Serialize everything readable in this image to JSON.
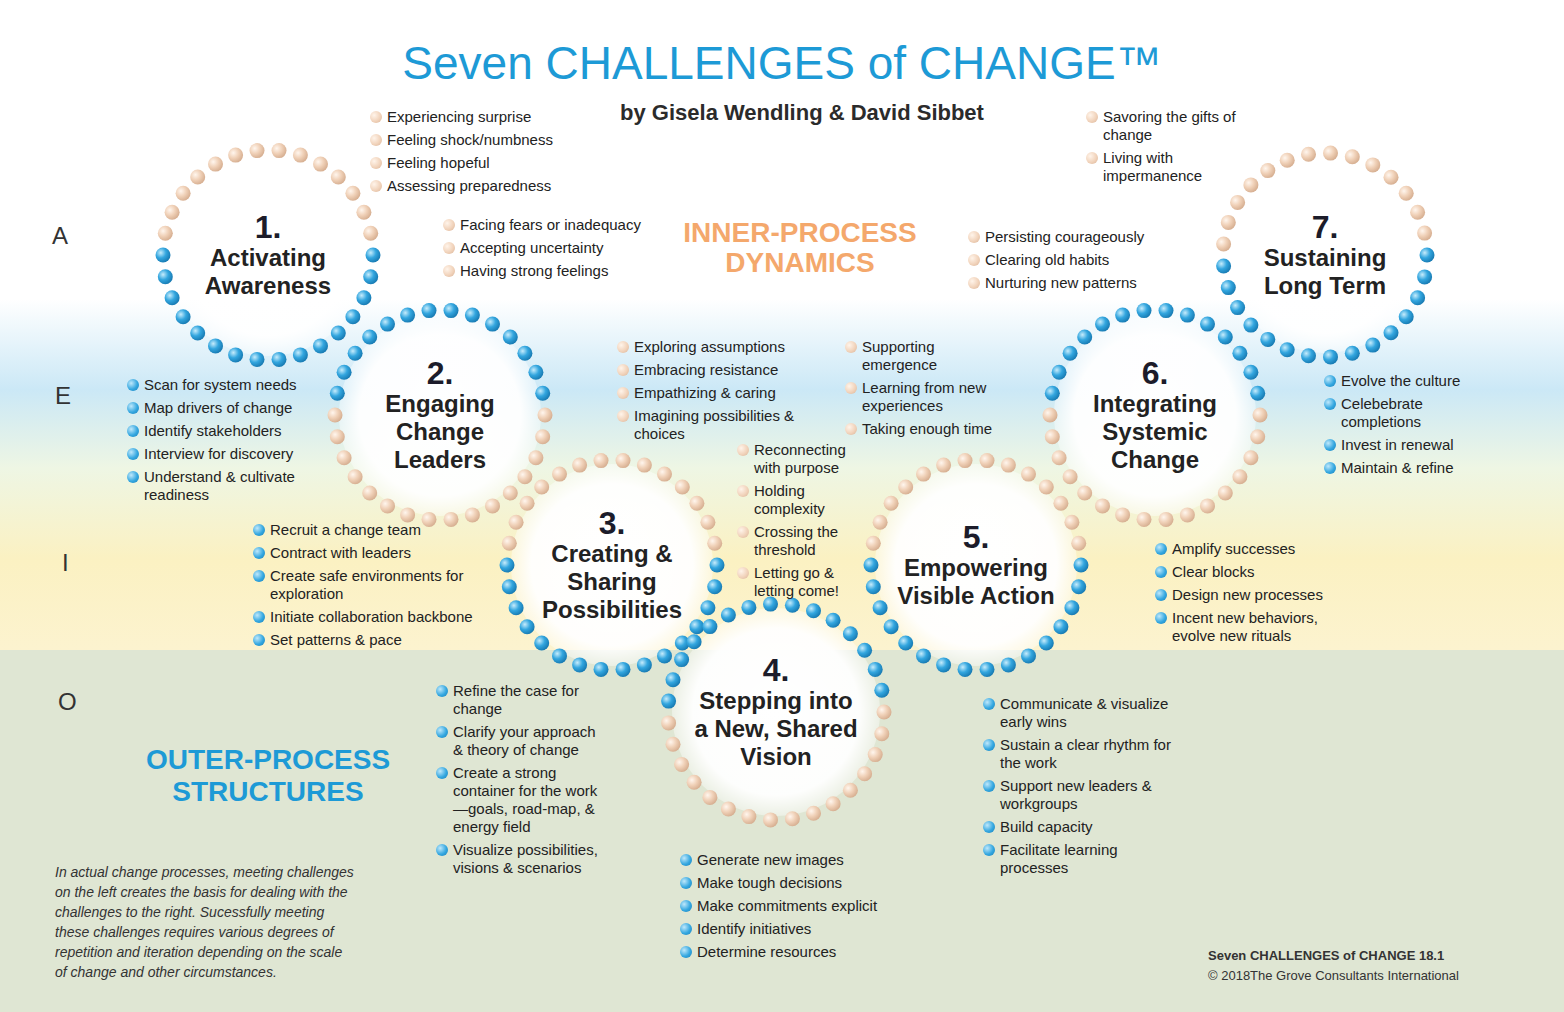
{
  "diagram": {
    "title": "Seven CHALLENGES of CHANGE™",
    "caption": "In actual change processes, meeting challenges on the left creates the basis for dealing with the challenges to the right. Sucessfully meeting these challenges requires various degrees of repetition and iteration depending on the scale of change and other circumstances.",
    "nodes": [
      {
        "text": [
          "1.",
          "Activating Awareness"
        ]
      },
      {
        "text": [
          "2.",
          "Engaging Change Leaders"
        ]
      },
      {
        "text": [
          "3.",
          "Creating & Sharing Possibilities"
        ]
      },
      {
        "text": [
          "4.",
          "Stepping into a New, Shared Vision"
        ]
      },
      {
        "text": [
          "5.",
          "Empowering Visible Action"
        ]
      },
      {
        "text": [
          "6.",
          "Integrating Systemic Change"
        ]
      },
      {
        "text": [
          "7.",
          "Sustaining Long Term"
        ]
      }
    ],
    "labels": [
      "by Gisela Wendling & David Sibbet",
      "A",
      "E",
      "I",
      "O",
      "INNER-PROCESS DYNAMICS",
      "OUTER-PROCESS STRUCTURES",
      "Seven CHALLENGES of CHANGE 18.1",
      "© 2018The Grove Consultants International",
      "Experiencing surprise",
      "Feeling shock/numbness",
      "Feeling hopeful",
      "Assessing preparedness",
      "Facing fears or inadequacy",
      "Accepting uncertainty",
      "Having strong feelings",
      "Savoring the gifts of change",
      "Living with impermanence",
      "Persisting courageously",
      "Clearing old habits",
      "Nurturing new patterns",
      "Exploring assumptions",
      "Embracing resistance",
      "Empathizing & caring",
      "Imagining possibilities & choices",
      "Supporting emergence",
      "Learning from new experiences",
      "Taking enough time",
      "Reconnecting with purpose",
      "Holding complexity",
      "Crossing the threshold",
      "Letting go & letting come!",
      "Scan for system needs",
      "Map drivers of change",
      "Identify stakeholders",
      "Interview for discovery",
      "Understand & cultivate readiness",
      "Recruit a change team",
      "Contract with leaders",
      "Create safe environments for exploration",
      "Initiate collaboration backbone",
      "Set patterns & pace",
      "Evolve the culture",
      "Celebebrate completions",
      "Invest in renewal",
      "Maintain & refine",
      "Amplify successes",
      "Clear blocks",
      "Design new processes",
      "Incent new behaviors, evolve new rituals",
      "Refine the case for change",
      "Clarify your approach & theory of change",
      "Create a strong container for the work—goals, road-map, & energy field",
      "Visualize possibilities, visions & scenarios",
      "Communicate & visualize early wins",
      "Sustain a clear rhythm for the work",
      "Support new leaders & workgroups",
      "Build capacity",
      "Facilitate learning processes",
      "Generate new images",
      "Make tough decisions",
      "Make commitments explicit",
      "Identify initiatives",
      "Determine resources"
    ]
  }
}
